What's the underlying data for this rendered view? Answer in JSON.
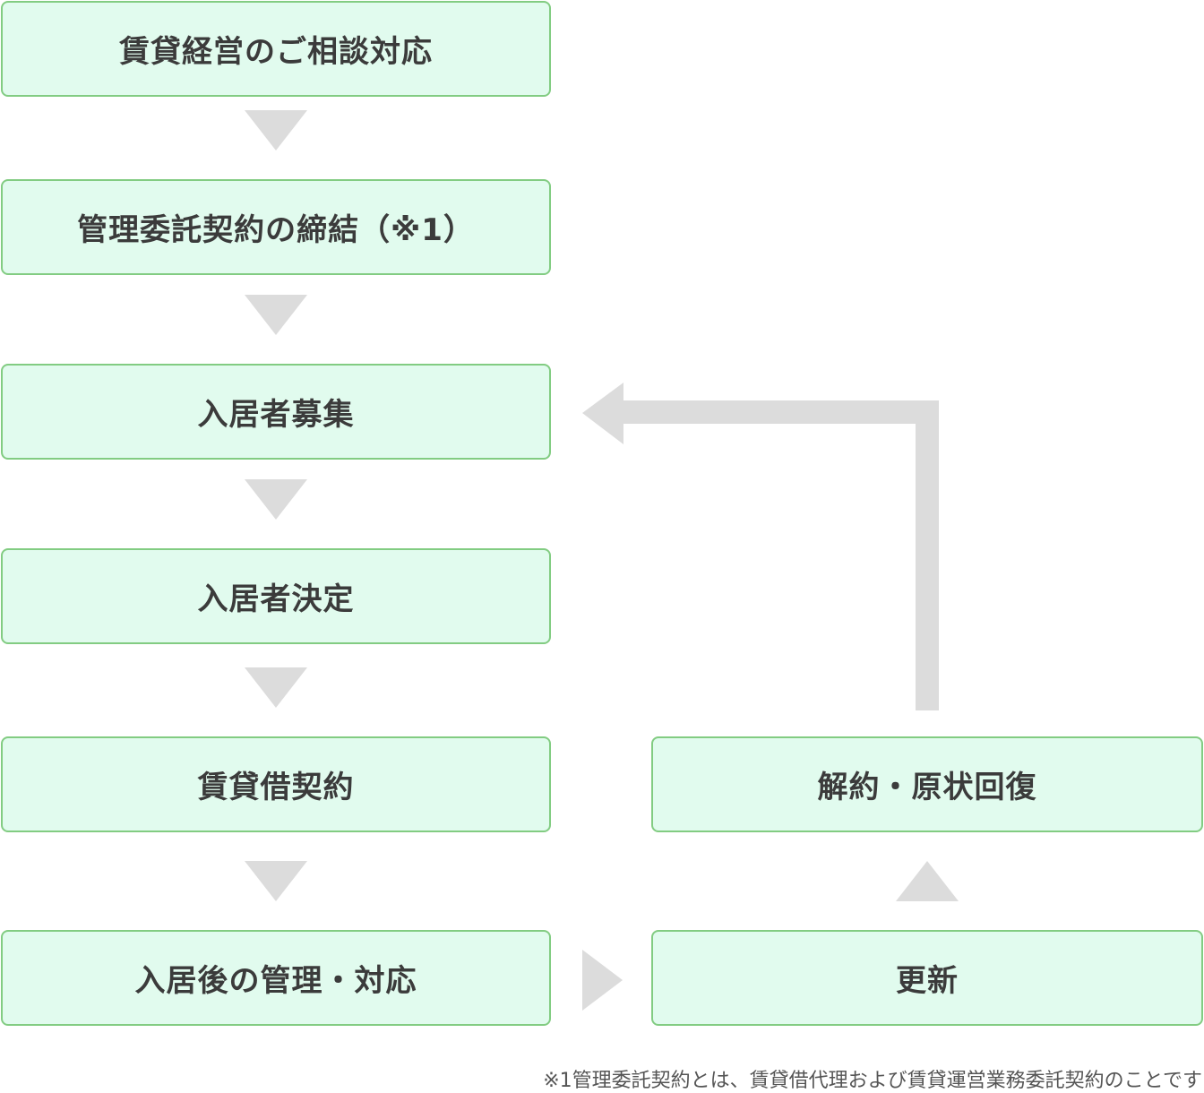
{
  "flow": {
    "steps": [
      "賃貸経営のご相談対応",
      "管理委託契約の締結（※1）",
      "入居者募集",
      "入居者決定",
      "賃貸借契約",
      "入居後の管理・対応",
      "解約・原状回復",
      "更新"
    ]
  },
  "footnote": "※1管理委託契約とは、賃貸借代理および賃貸運営業務委託契約のことです",
  "colors": {
    "box_fill": "#e1fbee",
    "box_border": "#82cc82",
    "arrow": "#dcdcdc",
    "text": "#3b3b3b"
  }
}
